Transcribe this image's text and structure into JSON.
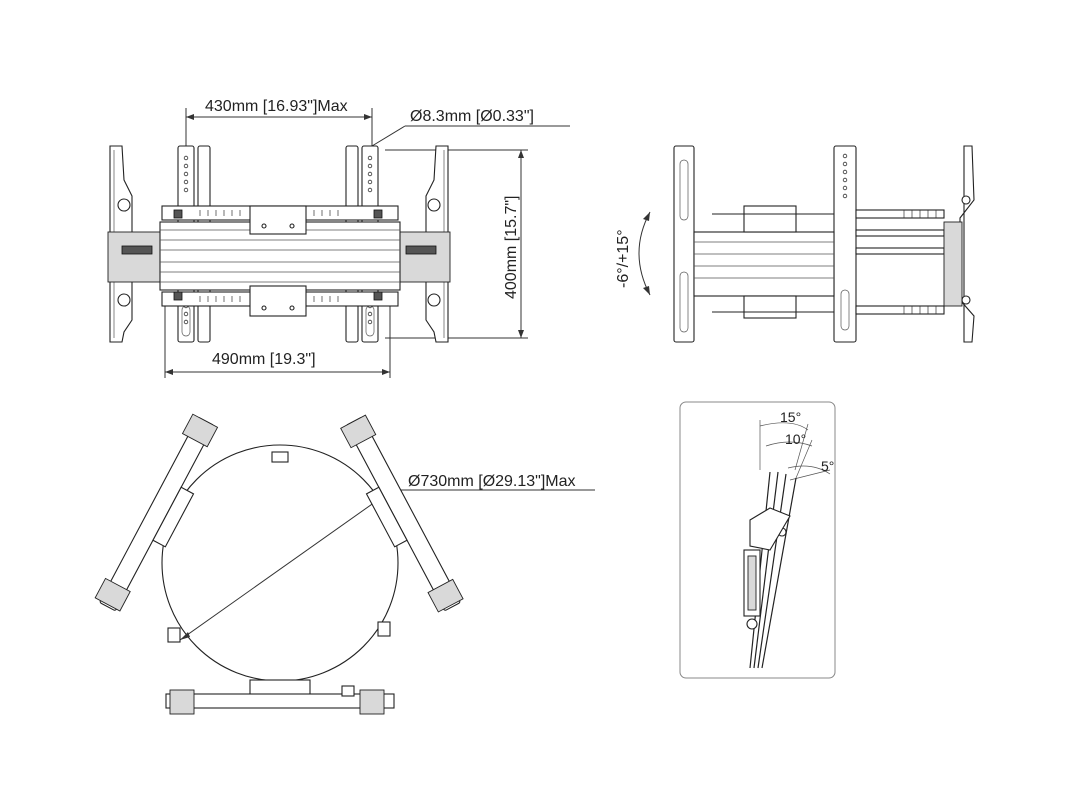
{
  "front_view": {
    "width_max": "430mm [16.93\"]Max",
    "hole_diameter": "Ø8.3mm [Ø0.33\"]",
    "height": "400mm [15.7\"]",
    "overall_width": "490mm [19.3\"]"
  },
  "side_view": {
    "tilt_range": "-6°/+15°"
  },
  "top_view": {
    "diameter_max": "Ø730mm [Ø29.13\"]Max"
  },
  "tilt_detail": {
    "angle_15": "15°",
    "angle_10": "10°",
    "angle_5": "5°"
  }
}
